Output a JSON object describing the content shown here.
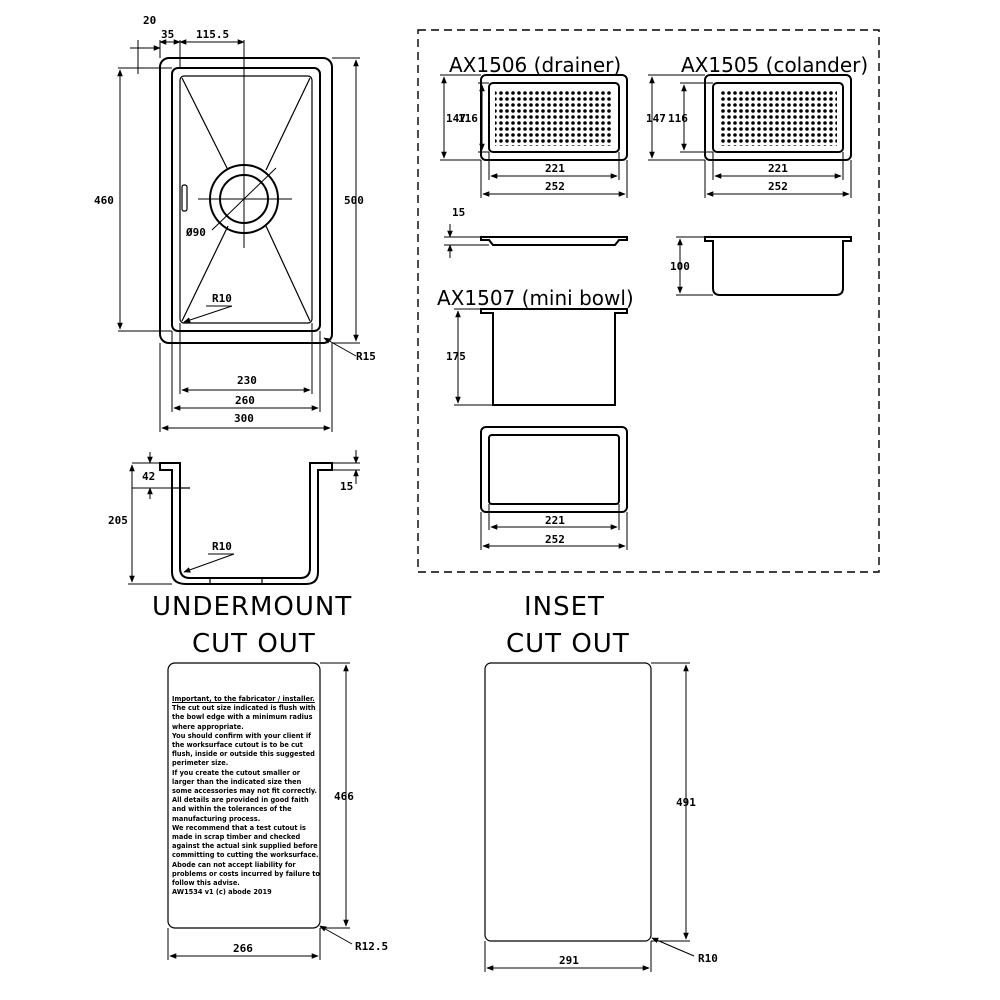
{
  "bowl_plan": {
    "dims": {
      "flange_offset": "20",
      "bowl_offset": "35",
      "waste_offset": "115.5",
      "bowl_length": "460",
      "overall_length": "500",
      "waste_diameter": "Ø90",
      "bowl_radius": "R10",
      "flange_radius": "R15",
      "base_width": "230",
      "bowl_width": "260",
      "overall_width": "300"
    }
  },
  "bowl_section": {
    "dims": {
      "flange_drop": "42",
      "flange_thickness": "15",
      "depth": "205",
      "base_radius": "R10"
    }
  },
  "accessories": {
    "drainer": {
      "title": "AX1506 (drainer)",
      "height_outer": "147",
      "height_inner": "116",
      "width_inner": "221",
      "width_outer": "252",
      "depth": "15"
    },
    "colander": {
      "title": "AX1505 (colander)",
      "height_outer": "147",
      "height_inner": "116",
      "width_inner": "221",
      "width_outer": "252",
      "depth": "100"
    },
    "mini_bowl": {
      "title": "AX1507 (mini bowl)",
      "depth": "175",
      "width_inner": "221",
      "width_outer": "252"
    }
  },
  "undermount": {
    "title_line1": "UNDERMOUNT",
    "title_line2": "CUT OUT",
    "height": "466",
    "width": "266",
    "radius": "R12.5",
    "notes": [
      "Important, to the fabricator / installer.",
      "The cut out size indicated is flush with the bowl edge with a minimum radius where appropriate.",
      "You should confirm with your client if the worksurface cutout is to be cut flush, inside or outside this suggested perimeter size.",
      "If you create the cutout smaller or larger than the indicated size then some accessories may not fit correctly.",
      "All details are provided in good faith and within the tolerances of the manufacturing process.",
      "We recommend that a test cutout is made in scrap timber and checked against the actual sink supplied before committing to cutting the worksurface.",
      "Abode can not accept liability for problems or costs incurred by failure to follow this advise.",
      "AW1534 v1 (c) abode 2019"
    ]
  },
  "inset": {
    "title_line1": "INSET",
    "title_line2": "CUT OUT",
    "height": "491",
    "width": "291",
    "radius": "R10"
  }
}
